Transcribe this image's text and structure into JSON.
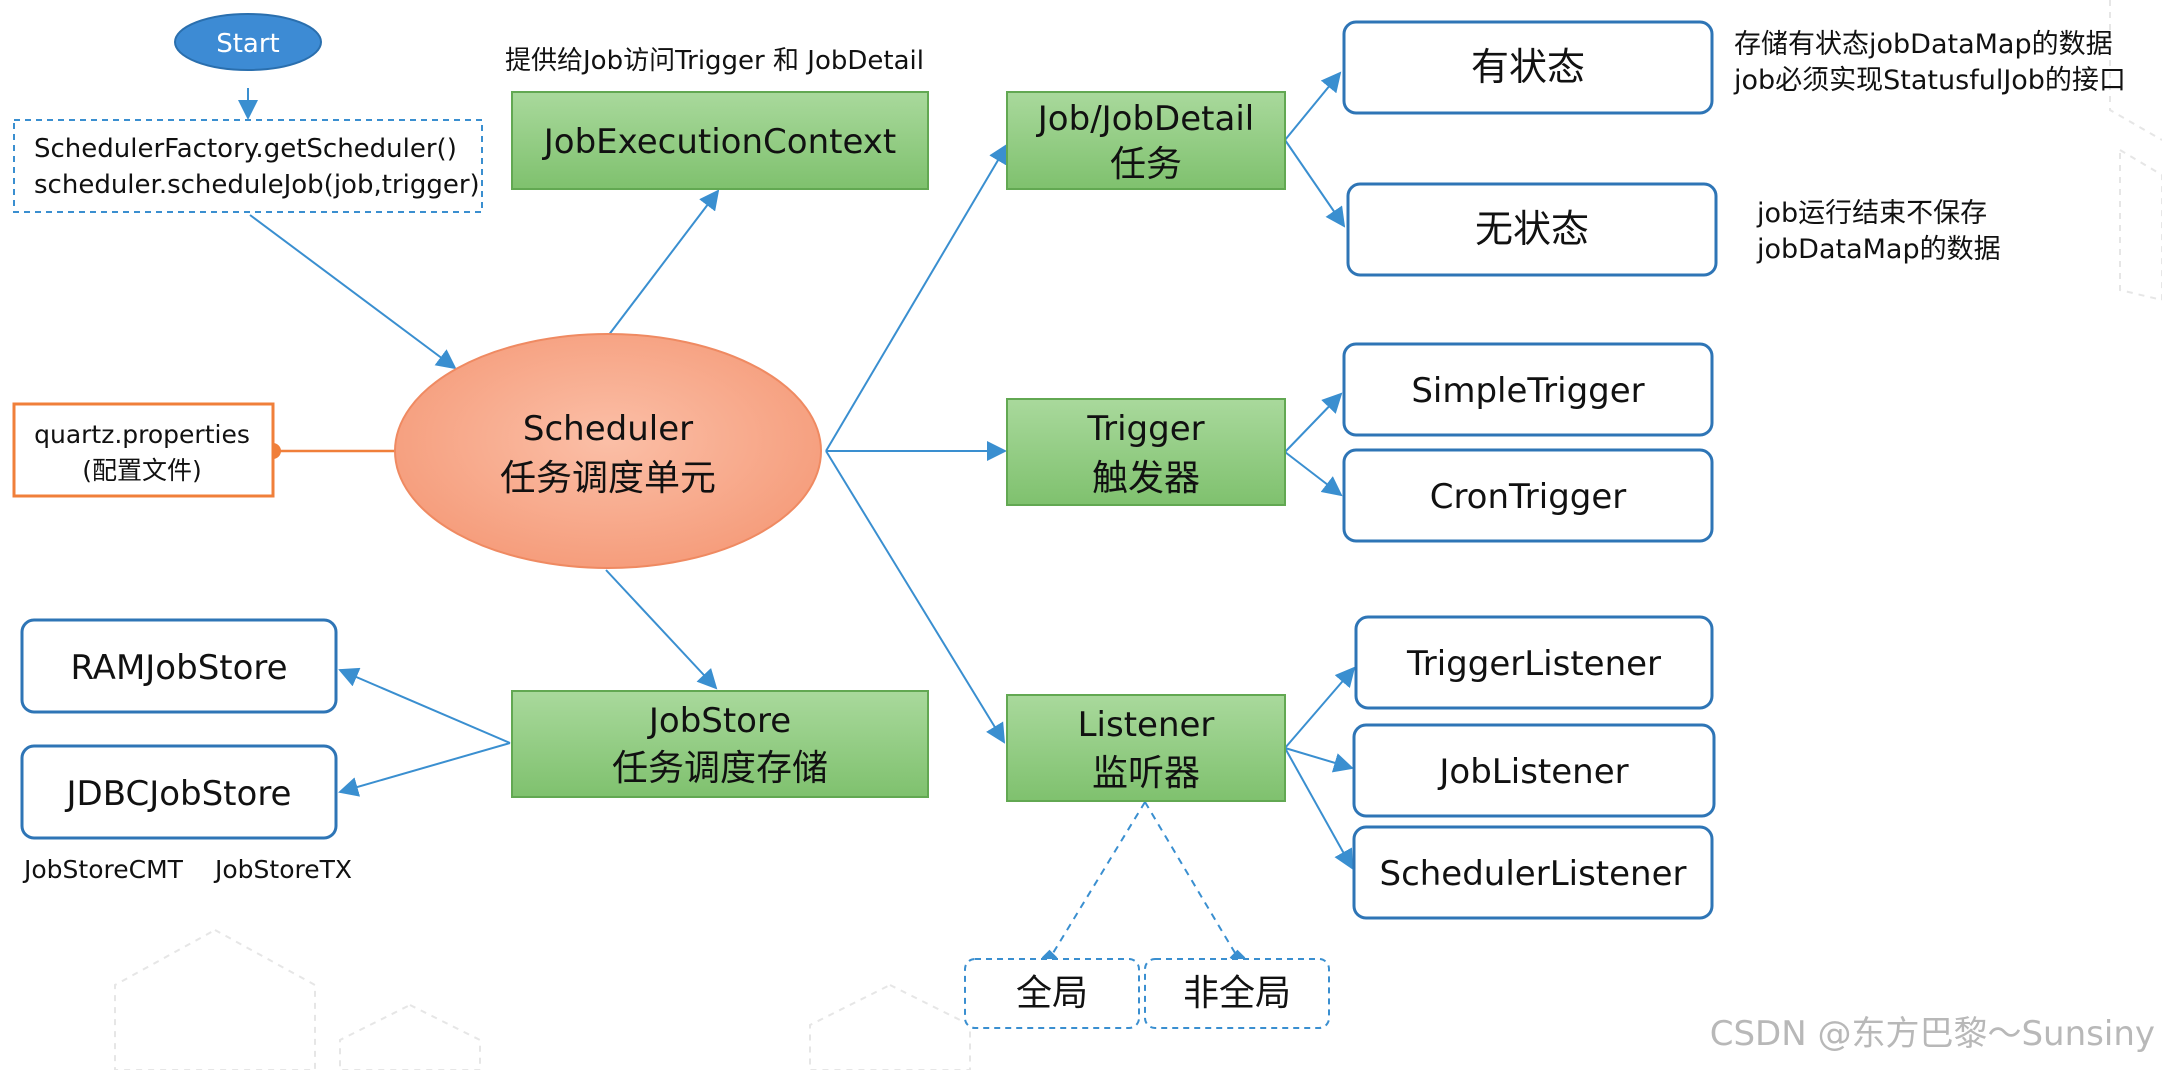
{
  "start": {
    "label": "Start"
  },
  "factory": {
    "line1": "SchedulerFactory.getScheduler()",
    "line2": "scheduler.scheduleJob(job,trigger)"
  },
  "config": {
    "line1": "quartz.properties",
    "line2": "(配置文件)"
  },
  "scheduler": {
    "line1": "Scheduler",
    "line2": "任务调度单元"
  },
  "context": {
    "label": "JobExecutionContext",
    "note": "提供给Job访问Trigger 和 JobDetail"
  },
  "jobstore": {
    "line1": "JobStore",
    "line2": "任务调度存储"
  },
  "ram_store": {
    "label": "RAMJobStore"
  },
  "jdbc_store": {
    "label": "JDBCJobStore",
    "sub1": "JobStoreCMT",
    "sub2": "JobStoreTX"
  },
  "job": {
    "line1": "Job/JobDetail",
    "line2": "任务"
  },
  "stateful": {
    "label": "有状态",
    "note1": "存储有状态jobDataMap的数据",
    "note2": "job必须实现StatusfulJob的接口"
  },
  "stateless": {
    "label": "无状态",
    "note1": "job运行结束不保存",
    "note2": "jobDataMap的数据"
  },
  "trigger": {
    "line1": "Trigger",
    "line2": "触发器"
  },
  "simple_trigger": {
    "label": "SimpleTrigger"
  },
  "cron_trigger": {
    "label": "CronTrigger"
  },
  "listener": {
    "line1": "Listener",
    "line2": "监听器"
  },
  "trigger_listener": {
    "label": "TriggerListener"
  },
  "job_listener": {
    "label": "JobListener"
  },
  "scheduler_listener": {
    "label": "SchedulerListener"
  },
  "global": {
    "label": "全局"
  },
  "non_global": {
    "label": "非全局"
  },
  "watermark": {
    "text": "CSDN @东方巴黎～Sunsiny"
  },
  "colors": {
    "blue_edge": "#2e75b6",
    "arrow": "#3a8fd0",
    "green_fill": "#8fcc80",
    "green_edge": "#62a852",
    "scheduler_fill": "#f7a98e",
    "scheduler_edge": "#ef8a62",
    "orange": "#f07f3a",
    "start_fill": "#3d8bd4"
  }
}
